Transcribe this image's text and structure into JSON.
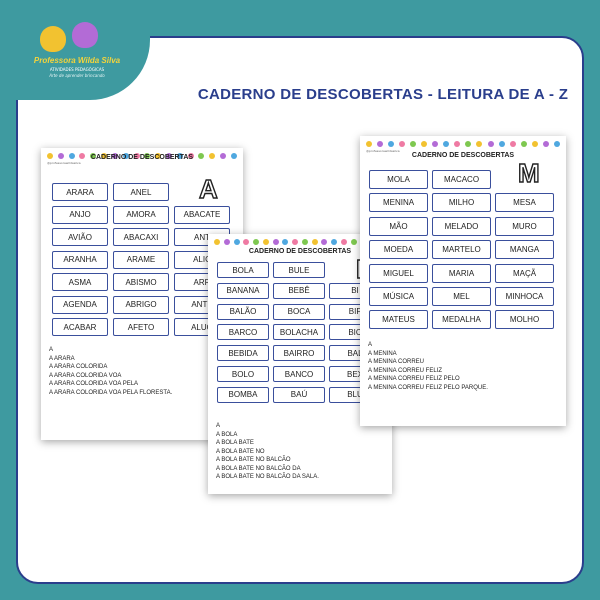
{
  "brand": {
    "name": "Professora Wilda Silva",
    "subtitle": "ATIVIDADES PEDAGÓGICAS",
    "tagline": "Arte de aprender brincando"
  },
  "title": "CADERNO DE DESCOBERTAS - LEITURA DE A - Z",
  "colors": {
    "background": "#3e9aa0",
    "frame_border": "#2a3e8c",
    "title": "#2a3e8c",
    "word_border": "#3a4f9c"
  },
  "sheets": {
    "a": {
      "handle": "@professorawildasilva",
      "title": "CADERNO DE DESCOBERTAS",
      "letter": "A",
      "words": [
        [
          "ARARA",
          "ANEL",
          ""
        ],
        [
          "ANJO",
          "AMORA",
          "ABACATE"
        ],
        [
          "AVIÃO",
          "ABACAXI",
          "ANT"
        ],
        [
          "ARANHA",
          "ARAME",
          "ALIC"
        ],
        [
          "ASMA",
          "ABISMO",
          "ARR"
        ],
        [
          "AGENDA",
          "ABRIGO",
          "ANTE"
        ],
        [
          "ACABAR",
          "AFETO",
          "ALUG"
        ]
      ],
      "sentences": [
        "A",
        "A ARARA",
        "A ARARA COLORIDA",
        "A ARARA COLORIDA VOA",
        "A ARARA COLORIDA VOA PELA",
        "A ARARA COLORIDA VOA PELA FLORESTA."
      ]
    },
    "b": {
      "title": "CADERNO DE DESCOBERTAS",
      "letter": "B",
      "words": [
        [
          "BOLA",
          "BULE",
          ""
        ],
        [
          "BANANA",
          "BEBÊ",
          "BI"
        ],
        [
          "BALÃO",
          "BOCA",
          "BIF"
        ],
        [
          "BARCO",
          "BOLACHA",
          "BIC"
        ],
        [
          "BEBIDA",
          "BAIRRO",
          "BAL"
        ],
        [
          "BOLO",
          "BANCO",
          "BEX"
        ],
        [
          "BOMBA",
          "BAÚ",
          "BLU"
        ]
      ],
      "sentences": [
        "A",
        "A BOLA",
        "A BOLA BATE",
        "A BOLA BATE NO",
        "A BOLA BATE NO BALCÃO",
        "A BOLA BATE NO BALCÃO DA",
        "A BOLA BATE NO BALCÃO DA SALA."
      ]
    },
    "m": {
      "handle": "@professorawildasilva",
      "title": "CADERNO DE DESCOBERTAS",
      "letter": "M",
      "words": [
        [
          "MOLA",
          "MACACO",
          ""
        ],
        [
          "MENINA",
          "MILHO",
          "MESA"
        ],
        [
          "MÃO",
          "MELADO",
          "MURO"
        ],
        [
          "MOEDA",
          "MARTELO",
          "MANGA"
        ],
        [
          "MIGUEL",
          "MARIA",
          "MAÇÃ"
        ],
        [
          "MÚSICA",
          "MEL",
          "MINHOCA"
        ],
        [
          "MATEUS",
          "MEDALHA",
          "MOLHO"
        ]
      ],
      "sentences": [
        "A",
        "A MENINA",
        "A MENINA CORREU",
        "A MENINA CORREU FELIZ",
        "A MENINA CORREU FELIZ PELO",
        "A MENINA CORREU FELIZ PELO PARQUE."
      ]
    }
  }
}
